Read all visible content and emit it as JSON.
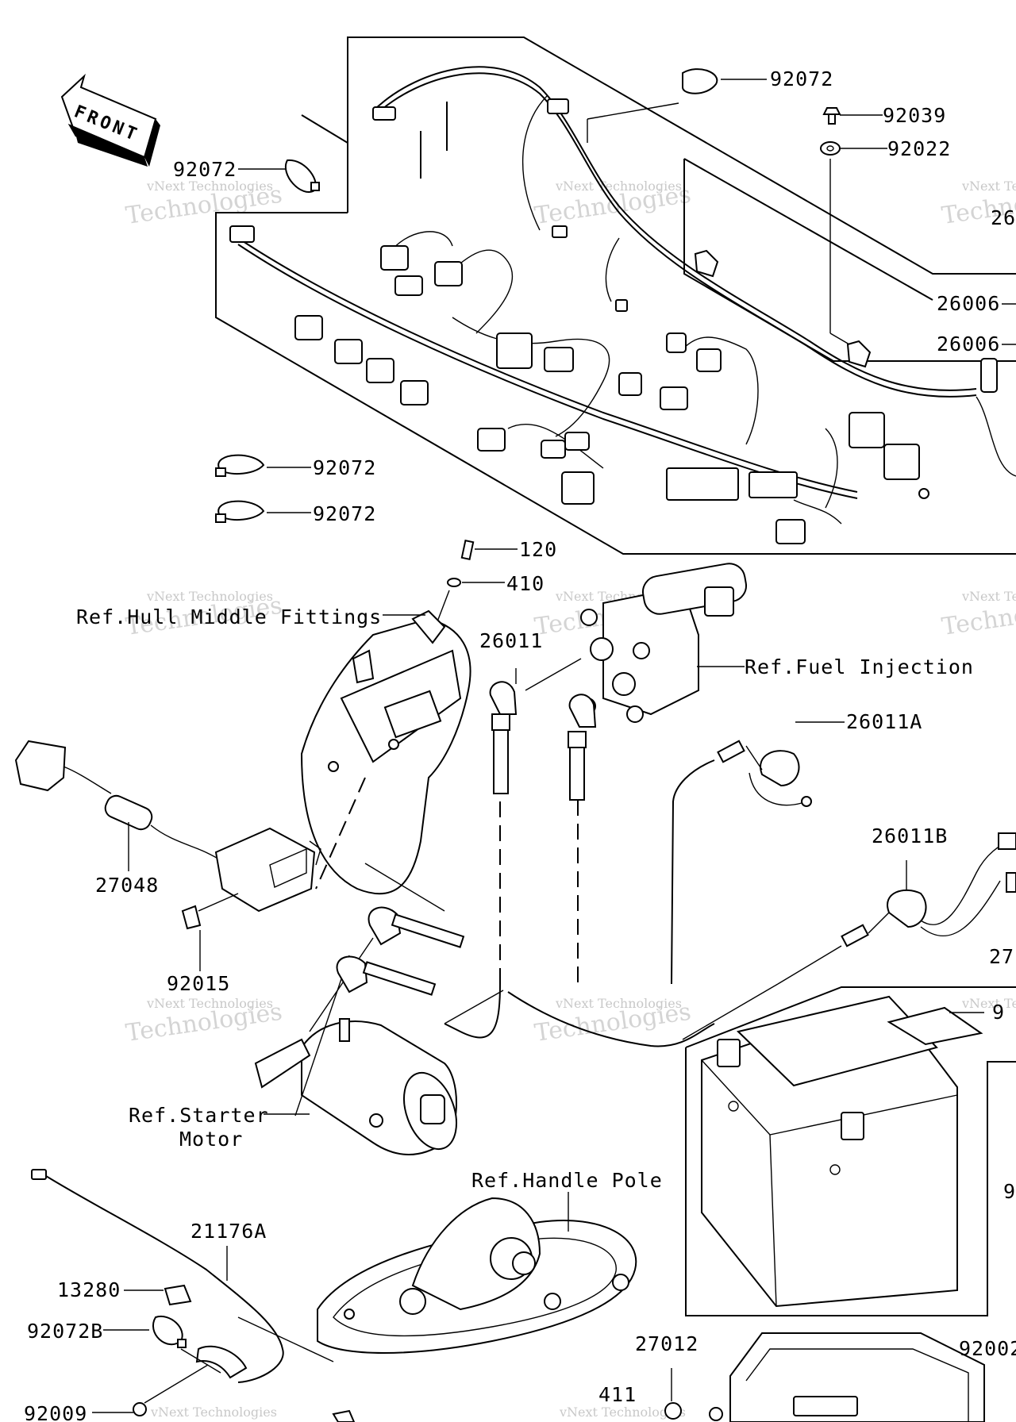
{
  "front_arrow": {
    "label": "FRONT"
  },
  "callouts": {
    "c92072_top": "92072",
    "c92039": "92039",
    "c92022": "92022",
    "c92072_left": "92072",
    "c26_partial": "26",
    "c26006_a": "26006",
    "c26006_b": "26006",
    "c92072_mid1": "92072",
    "c92072_mid2": "92072",
    "c120": "120",
    "c410": "410",
    "c26011": "26011",
    "c26011A": "26011A",
    "c26011B": "26011B",
    "c27048": "27048",
    "c92015": "92015",
    "c27_partial": "27",
    "c9_partial_a": "9",
    "c9_partial_b": "9",
    "c21176A": "21176A",
    "c13280": "13280",
    "c92072B": "92072B",
    "c92009": "92009",
    "c27012": "27012",
    "c411": "411",
    "c92002_partial": "92002"
  },
  "refs": {
    "hull": "Ref.Hull Middle Fittings",
    "fuel": "Ref.Fuel Injection",
    "starter_1": "Ref.Starter",
    "starter_2": "Motor",
    "handle": "Ref.Handle Pole"
  },
  "watermark": {
    "line1": "vNext Technologies",
    "line2": "Technologies"
  }
}
